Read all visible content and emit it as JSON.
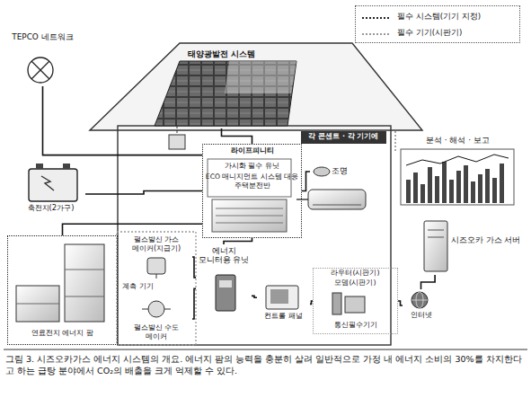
{
  "diagram": {
    "caption": "그림 3. 시즈오카가스 에너지 시스템의 개요. 에너지 팜의 능력을 충분히 살려 일반적으로 가정 내 에너지 소비의 30%를 차지한다고 하는 급탕 분야에서 CO₂의 배출을 크게 억제할 수 있다.",
    "nodes": [
      {
        "text": [
          "TEPCO 네트워크"
        ]
      },
      {
        "text": [
          "태양광발전 시스템"
        ]
      },
      {
        "text": [
          "축전지(2가구)"
        ]
      },
      {
        "text": [
          "라이프피니티",
          "가시화 필수 유닛",
          "ECO 매니지먼트 시스템 대응 주택분전반"
        ]
      },
      {
        "text": [
          "각 콘센트 · 각 기기에"
        ]
      },
      {
        "text": [
          "조명"
        ]
      },
      {
        "text": [
          "분석 · 해석 · 보고"
        ]
      },
      {
        "text": [
          "시즈오카 가스 서버"
        ]
      },
      {
        "text": [
          "에너지 모니터용 유닛"
        ]
      },
      {
        "text": [
          "펄스발신 가스 메이커(지급기)"
        ]
      },
      {
        "text": [
          "펄스발신 수도 메이커"
        ]
      },
      {
        "text": [
          "컨트롤 패널"
        ]
      },
      {
        "text": [
          "라우터(시판기)",
          "모뎀(시판기)",
          "통신필수기기"
        ]
      },
      {
        "text": [
          "인터넷"
        ]
      },
      {
        "text": [
          "연료전지 에너지 팜"
        ]
      }
    ],
    "edges": [
      {
        "from": 0,
        "to": 3,
        "arrow": "none"
      },
      {
        "from": 1,
        "to": 3,
        "arrow": "none"
      },
      {
        "from": 2,
        "to": 3,
        "arrow": "none"
      },
      {
        "from": 3,
        "to": 5,
        "arrow": "none"
      },
      {
        "from": 14,
        "to": 3,
        "arrow": "none"
      },
      {
        "from": 9,
        "to": 8,
        "arrow": "none"
      },
      {
        "from": 10,
        "to": 8,
        "arrow": "none"
      },
      {
        "from": 8,
        "to": 3,
        "arrow": "none"
      },
      {
        "from": 8,
        "to": 11,
        "arrow": "none"
      },
      {
        "from": 11,
        "to": 12,
        "arrow": "none"
      },
      {
        "from": 12,
        "to": 13,
        "arrow": "none"
      },
      {
        "from": 13,
        "to": 7,
        "arrow": "none"
      }
    ],
    "labels": [
      "계측 기기"
    ],
    "legend": [
      {
        "text": "필수 시스템(기기 지정)"
      },
      {
        "text": "필수 기기(시판기)"
      }
    ]
  }
}
